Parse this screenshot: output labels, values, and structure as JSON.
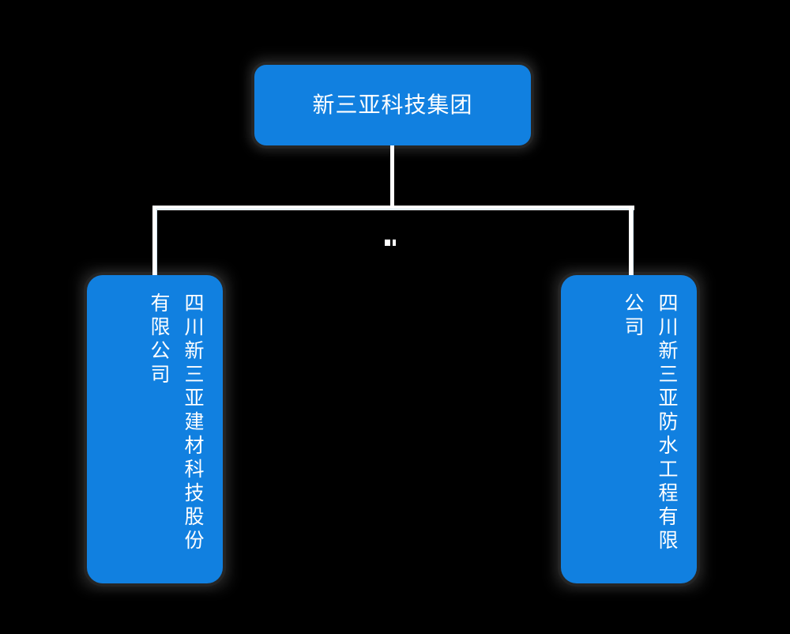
{
  "diagram": {
    "type": "org-chart",
    "background_color": "#000000",
    "node_color": "#1180e0",
    "text_color": "#ffffff",
    "connector_color": "#ffffff",
    "root": {
      "label": "新三亚科技集团",
      "orientation": "horizontal"
    },
    "children": [
      {
        "label": "四川新三亚建材科技股份有限公司",
        "orientation": "vertical-rl"
      },
      {
        "label": "四川新三亚防水工程有限公司",
        "orientation": "vertical-rl"
      }
    ]
  }
}
